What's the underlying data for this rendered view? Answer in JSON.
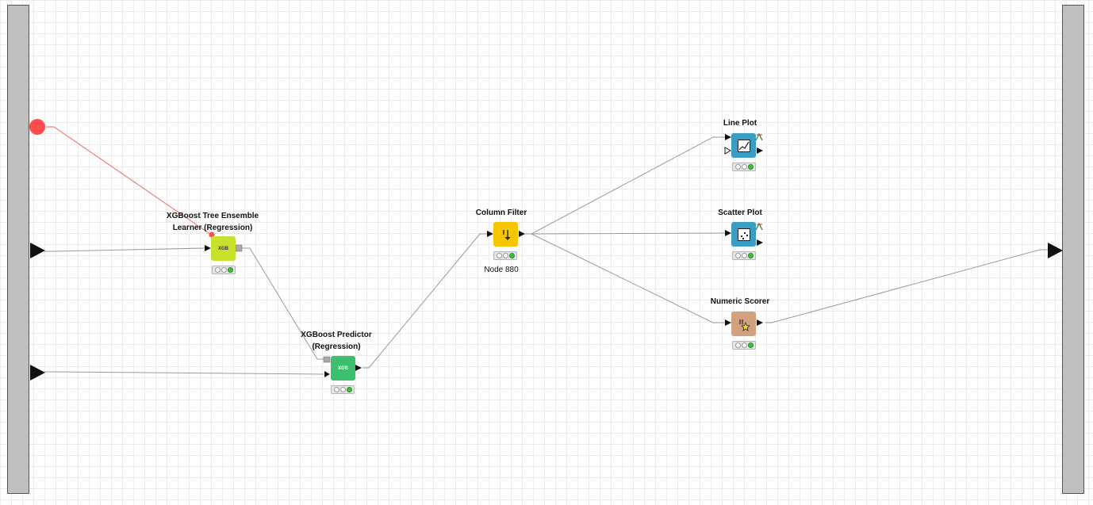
{
  "nodes": {
    "xgb_learner": {
      "label_line1": "XGBoost Tree Ensemble",
      "label_line2": "Learner (Regression)",
      "icon_text": "XGB",
      "color": "#c8e02e"
    },
    "xgb_predictor": {
      "label_line1": "XGBoost Predictor",
      "label_line2": "(Regression)",
      "icon_text": "XGB",
      "color": "#3cbf6e"
    },
    "column_filter": {
      "label": "Column Filter",
      "sublabel": "Node 880",
      "icon": "column-filter-icon",
      "color": "#f7c600"
    },
    "line_plot": {
      "label": "Line Plot",
      "icon": "line-chart-icon",
      "color": "#3a9ec2"
    },
    "scatter_plot": {
      "label": "Scatter Plot",
      "icon": "scatter-chart-icon",
      "color": "#3a9ec2"
    },
    "numeric_scorer": {
      "label": "Numeric Scorer",
      "icon": "scorer-icon",
      "color": "#d2a27e"
    }
  },
  "colors": {
    "wire": "#aaaaaa",
    "flow_variable_wire": "#f08080",
    "flow_variable_port": "#ff4c4c",
    "status_ok": "#3fbf3f"
  }
}
